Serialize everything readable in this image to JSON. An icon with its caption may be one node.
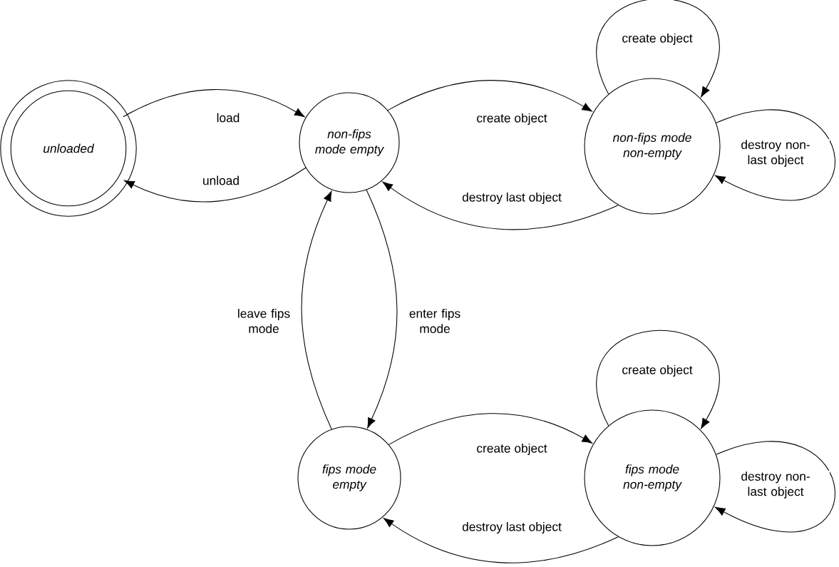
{
  "diagram": {
    "nodes": [
      {
        "text": [
          "unloaded"
        ]
      },
      {
        "text": [
          "non-fips mode empty"
        ]
      },
      {
        "text": [
          "non-fips mode non-empty"
        ]
      },
      {
        "text": [
          "fips mode empty"
        ]
      },
      {
        "text": [
          "fips mode non-empty"
        ]
      }
    ],
    "edges": [
      {
        "from": 0,
        "to": 1,
        "arrow": "to",
        "label": "load"
      },
      {
        "from": 1,
        "to": 0,
        "arrow": "to",
        "label": "unload"
      },
      {
        "from": 1,
        "to": 2,
        "arrow": "to",
        "label": "create object"
      },
      {
        "from": 2,
        "to": 1,
        "arrow": "to",
        "label": "destroy last object"
      },
      {
        "from": 2,
        "to": 2,
        "arrow": "to",
        "label": "create object"
      },
      {
        "from": 2,
        "to": 2,
        "arrow": "to",
        "label": "destroy non-last object"
      },
      {
        "from": 1,
        "to": 3,
        "arrow": "to",
        "label": "enter fips mode"
      },
      {
        "from": 3,
        "to": 1,
        "arrow": "to",
        "label": "leave fips mode"
      },
      {
        "from": 3,
        "to": 4,
        "arrow": "to",
        "label": "create object"
      },
      {
        "from": 4,
        "to": 3,
        "arrow": "to",
        "label": "destroy last object"
      },
      {
        "from": 4,
        "to": 4,
        "arrow": "to",
        "label": "create object"
      },
      {
        "from": 4,
        "to": 4,
        "arrow": "to",
        "label": "destroy non-last object"
      }
    ]
  }
}
